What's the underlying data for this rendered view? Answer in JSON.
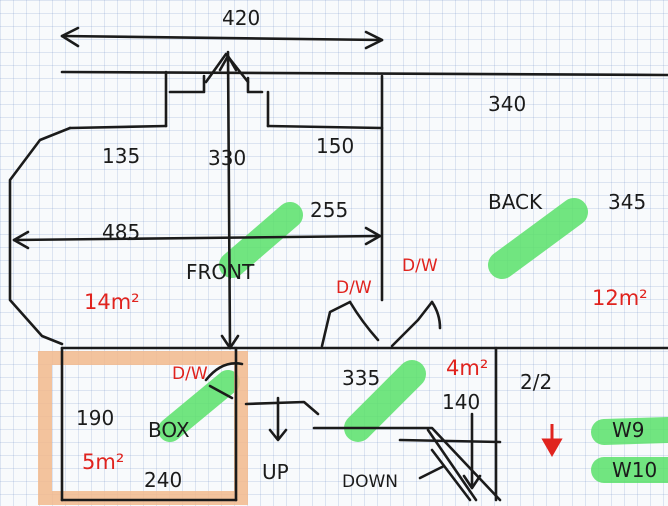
{
  "colors": {
    "ink": "#1b1b1b",
    "annotation": "#e0231e",
    "highlighter_green": "#59e06a",
    "highlighter_orange": "#f2b98c",
    "grid": "#9fb4d6"
  },
  "dimensions": {
    "top_width": "420",
    "center_depth": "330",
    "left_notch": "135",
    "right_notch": "150",
    "front_width": "485",
    "front_inner": "255",
    "back_width": "340",
    "back_depth": "345",
    "box_depth": "190",
    "box_width": "240",
    "hall_width": "335",
    "stair_width": "140"
  },
  "rooms": {
    "front": "FRONT",
    "back": "BACK",
    "box": "BOX",
    "up": "UP",
    "down": "DOWN",
    "room_2_2": "2/2",
    "w9": "W9",
    "w10": "W10"
  },
  "annotations": {
    "front_area": "14m²",
    "back_area": "12m²",
    "box_area": "5m²",
    "hall_area": "4m²",
    "door_front": "D/W",
    "door_back": "D/W",
    "door_box": "D/W"
  },
  "icons": {
    "arrow": "red-down-arrow-icon"
  }
}
